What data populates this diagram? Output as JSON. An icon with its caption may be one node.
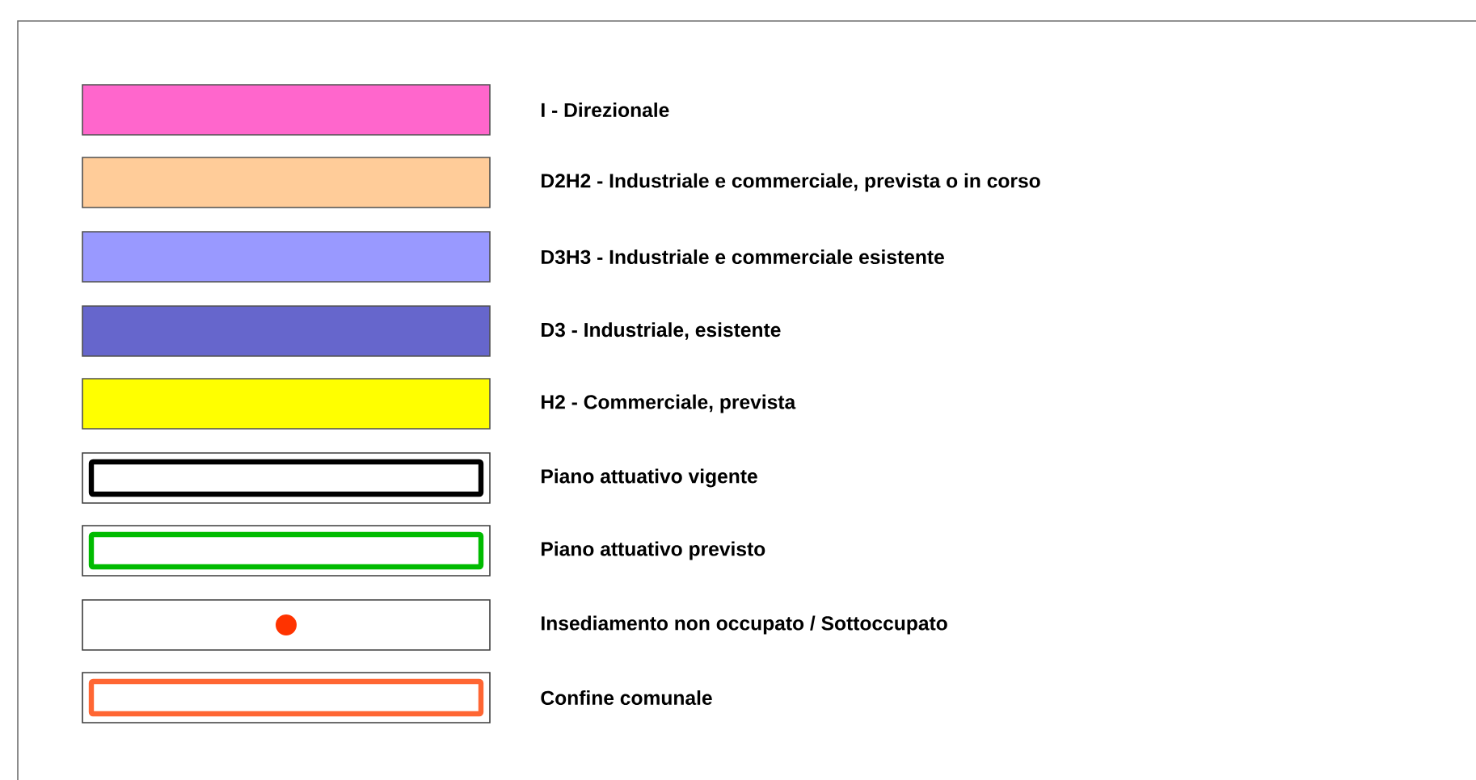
{
  "diagram": {
    "legend": [
      {
        "text": "I - Direzionale",
        "color": "#ff66cc"
      },
      {
        "text": "D2H2 - Industriale e commerciale, prevista o in corso",
        "color": "#ffcc99"
      },
      {
        "text": "D3H3 - Industriale e commerciale esistente",
        "color": "#9999ff"
      },
      {
        "text": "D3 - Industriale, esistente",
        "color": "#6666cc"
      },
      {
        "text": "H2 - Commerciale, prevista",
        "color": "#ffff00"
      },
      {
        "text": "Piano attuativo vigente"
      },
      {
        "text": "Piano attuativo previsto"
      },
      {
        "text": "Insediamento non occupato / Sottoccupato"
      },
      {
        "text": "Confine comunale"
      }
    ]
  }
}
